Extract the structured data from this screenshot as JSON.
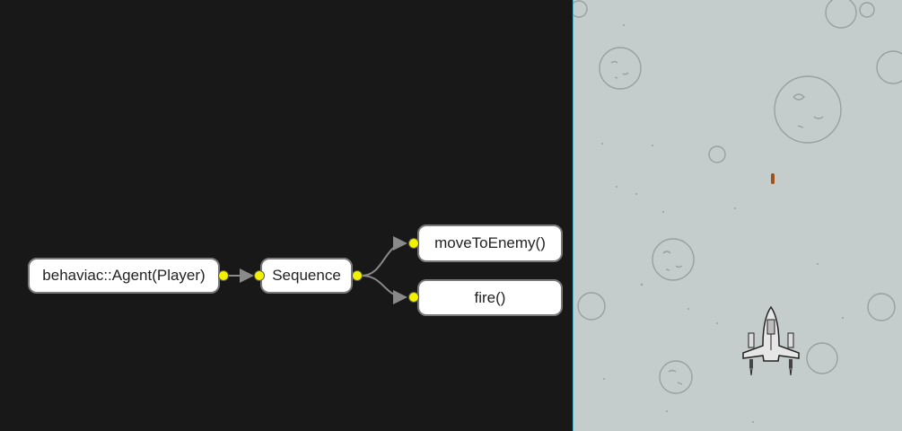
{
  "graph": {
    "root_label": "behaviac::Agent(Player)",
    "sequence_label": "Sequence",
    "action_move_label": "moveToEnemy()",
    "action_fire_label": "fire()"
  },
  "colors": {
    "panel_bg": "#181818",
    "node_fill": "#ffffff",
    "node_border": "#7a7a7a",
    "port_fill": "#f2f200",
    "edge": "#8a8a8a",
    "game_bg": "#c4cccc",
    "divider": "#4fb3c8",
    "bullet": "#a0521c"
  },
  "game": {
    "player_ship_icon": "spaceship-icon",
    "asteroid_icon": "asteroid-icon",
    "bullet_icon": "bullet-icon"
  }
}
